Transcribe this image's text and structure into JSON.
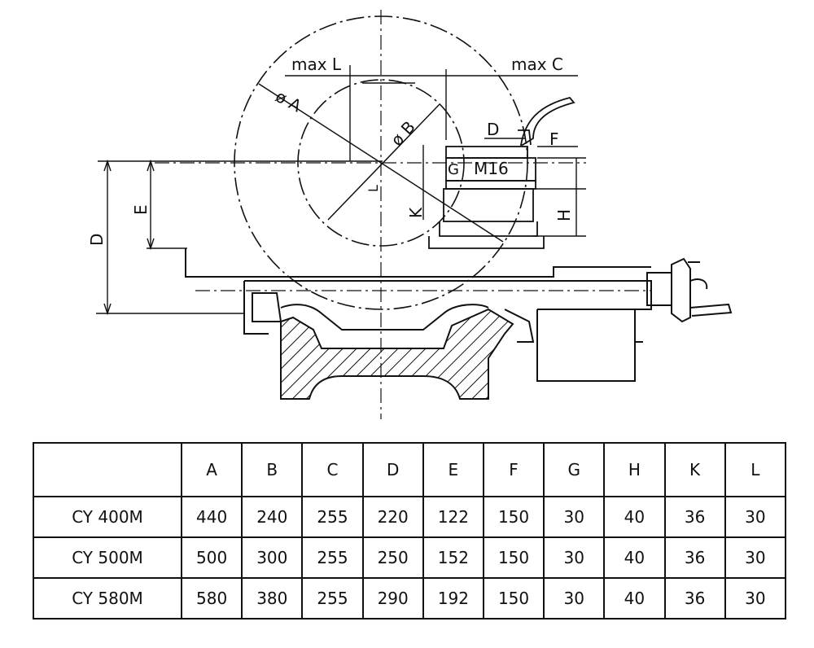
{
  "drawing": {
    "labels": {
      "max_l": "max L",
      "max_c": "max C",
      "dia_a": "ø A",
      "dia_b": "ø B",
      "d_top": "D",
      "f": "F",
      "g": "G",
      "m16": "M16",
      "l": "L",
      "k": "K",
      "e": "E",
      "d_left": "D",
      "h": "H"
    }
  },
  "table": {
    "corner": "",
    "headers": [
      "A",
      "B",
      "C",
      "D",
      "E",
      "F",
      "G",
      "H",
      "K",
      "L"
    ],
    "rows": [
      {
        "model": "CY 400M",
        "values": [
          "440",
          "240",
          "255",
          "220",
          "122",
          "150",
          "30",
          "40",
          "36",
          "30"
        ]
      },
      {
        "model": "CY 500M",
        "values": [
          "500",
          "300",
          "255",
          "250",
          "152",
          "150",
          "30",
          "40",
          "36",
          "30"
        ]
      },
      {
        "model": "CY 580M",
        "values": [
          "580",
          "380",
          "255",
          "290",
          "192",
          "150",
          "30",
          "40",
          "36",
          "30"
        ]
      }
    ]
  }
}
